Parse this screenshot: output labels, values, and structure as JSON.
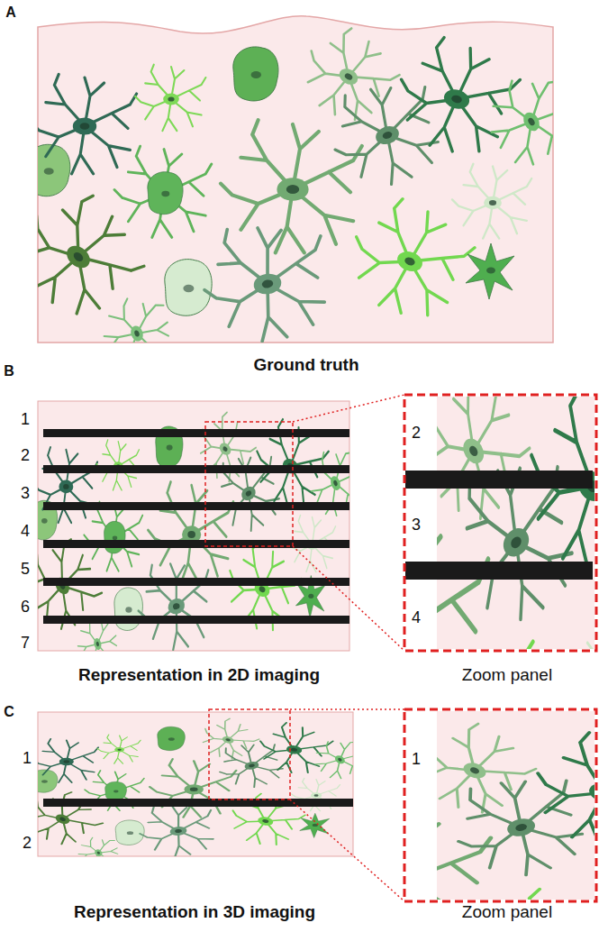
{
  "diagram": {
    "labels": [
      "A",
      "Ground truth",
      "B",
      "1",
      "2",
      "3",
      "4",
      "5",
      "6",
      "7",
      "2",
      "3",
      "4",
      "Representation in 2D imaging",
      "Zoom panel",
      "C",
      "1",
      "2",
      "1",
      "Representation in 3D imaging",
      "Zoom panel"
    ]
  }
}
